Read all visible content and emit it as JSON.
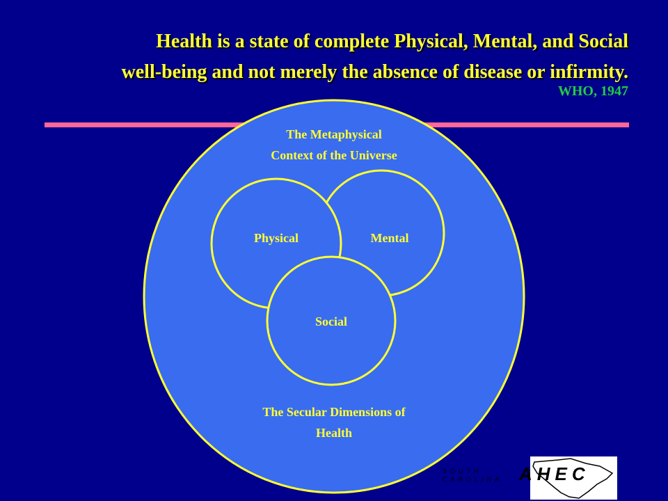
{
  "slide": {
    "title_line_1": "Health is a state of complete Physical, Mental, and Social",
    "title_line_2": "well-being and not merely the absence of disease or infirmity.",
    "attribution": "WHO, 1947"
  },
  "diagram": {
    "outer_label_line_1": "The Metaphysical",
    "outer_label_line_2": "Context of the Universe",
    "circle_physical": "Physical",
    "circle_mental": "Mental",
    "circle_social": "Social",
    "bottom_label_line_1": "The Secular Dimensions of",
    "bottom_label_line_2": "Health"
  },
  "logo": {
    "state_line_1": "SOUTH",
    "state_line_2": "CAROLINA",
    "word": "AHEC"
  },
  "colors": {
    "background": "#00008c",
    "outer_fill": "#3a6cf0",
    "circle_stroke": "#ffff33",
    "title_text": "#ffff33",
    "attribution_text": "#22cc44",
    "divider": "#ff6699"
  }
}
